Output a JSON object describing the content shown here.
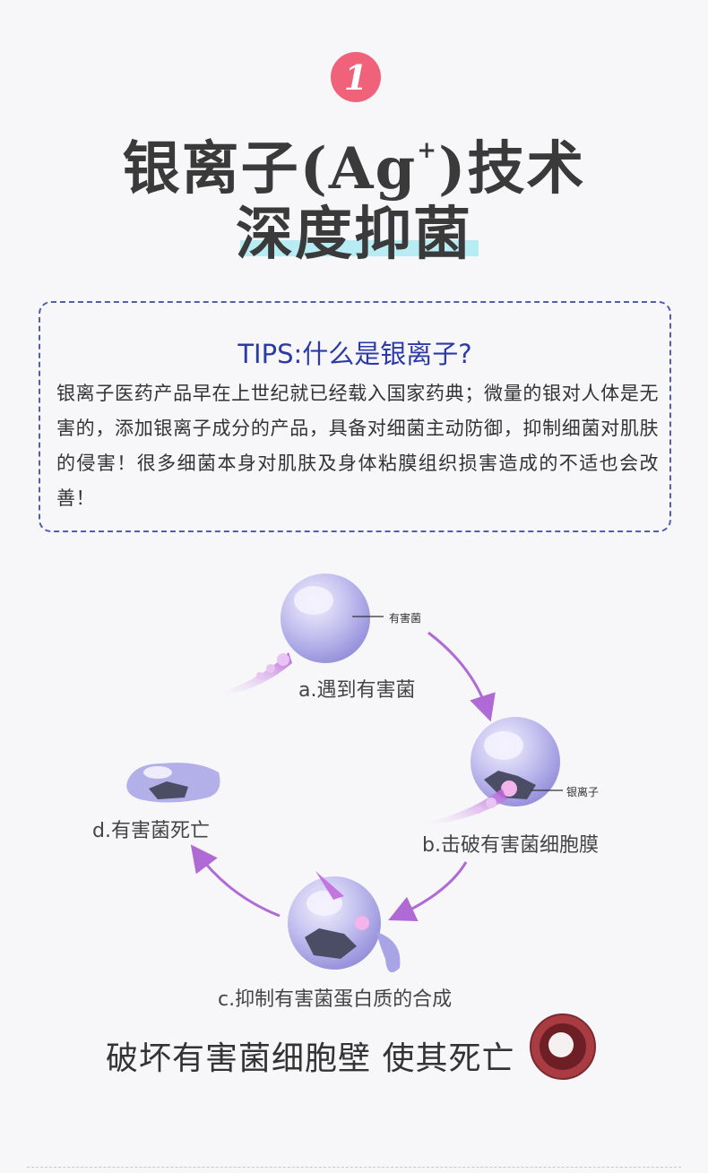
{
  "badge": "1",
  "title_line1_pre": "银离子(Ag",
  "title_line1_sup": "+",
  "title_line1_post": ")技术",
  "title_line2": "深度抑菌",
  "tips": {
    "title": "TIPS:什么是银离子?",
    "body": "银离子医药产品早在上世纪就已经载入国家药典；微量的银对人体是无害的，添加银离子成分的产品，具备对细菌主动防御，抑制细菌对肌肤的侵害！很多细菌本身对肌肤及身体粘膜组织损害造成的不适也会改善！"
  },
  "diagram": {
    "label_harmful": "有害菌",
    "label_silver": "银离子",
    "step_a": "a.遇到有害菌",
    "step_b": "b.击破有害菌细胞膜",
    "step_c": "c.抑制有害菌蛋白质的合成",
    "step_d": "d.有害菌死亡"
  },
  "bottom_text": "破坏有害菌细胞壁 使其死亡",
  "colors": {
    "badge": "#f0617a",
    "tips_border": "#4f5db3",
    "tips_title": "#2c3aa6",
    "highlight": "#b8ecf4",
    "arrow": "#b06ad6",
    "cell": "#b7b3ec"
  }
}
